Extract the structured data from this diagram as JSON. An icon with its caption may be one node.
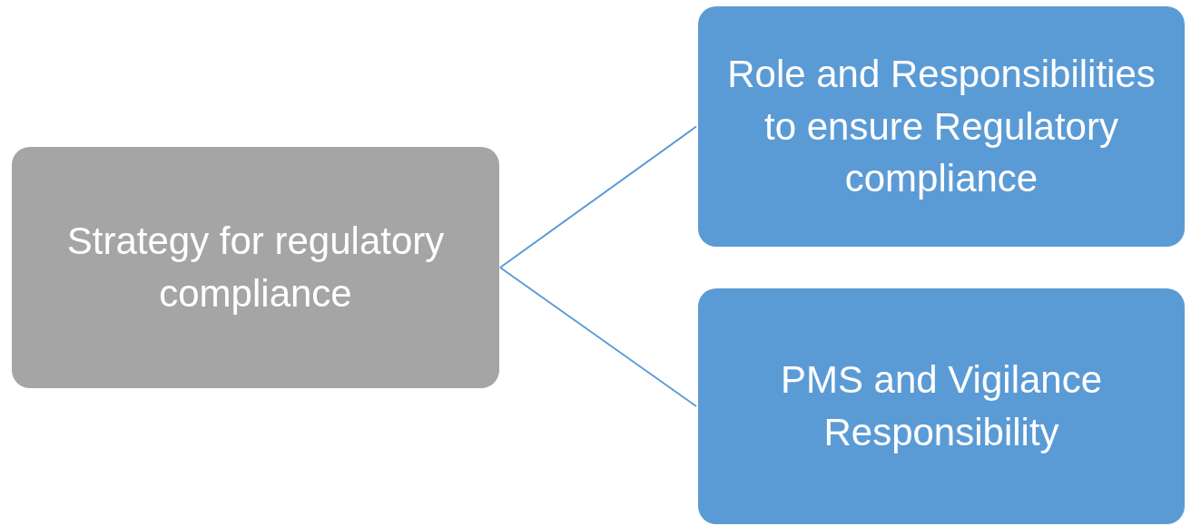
{
  "diagram": {
    "nodes": [
      {
        "text": [
          "Strategy for regulatory compliance"
        ]
      },
      {
        "text": [
          "Role and Responsibilities to ensure Regulatory compliance"
        ]
      },
      {
        "text": [
          "PMS and Vigilance Responsibility"
        ]
      }
    ],
    "edges": [
      {
        "from": 0,
        "to": 1,
        "arrow": "none"
      },
      {
        "from": 0,
        "to": 2,
        "arrow": "none"
      }
    ]
  }
}
